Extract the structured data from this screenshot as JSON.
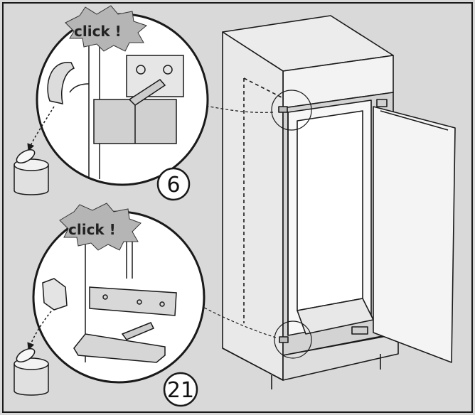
{
  "callouts": [
    {
      "click_label": "click !",
      "step_number": "6"
    },
    {
      "click_label": "click !",
      "step_number": "21"
    }
  ],
  "colors": {
    "background": "#d9d9d9",
    "frame": "#1a1a1a",
    "panel_fill": "#ffffff",
    "cabinet_shade": "#cfcfcf",
    "burst_fill": "#b5b5b5",
    "line": "#1a1a1a"
  },
  "icons": [
    "trash-bin-icon",
    "trash-bin-icon",
    "arrow-icon"
  ]
}
